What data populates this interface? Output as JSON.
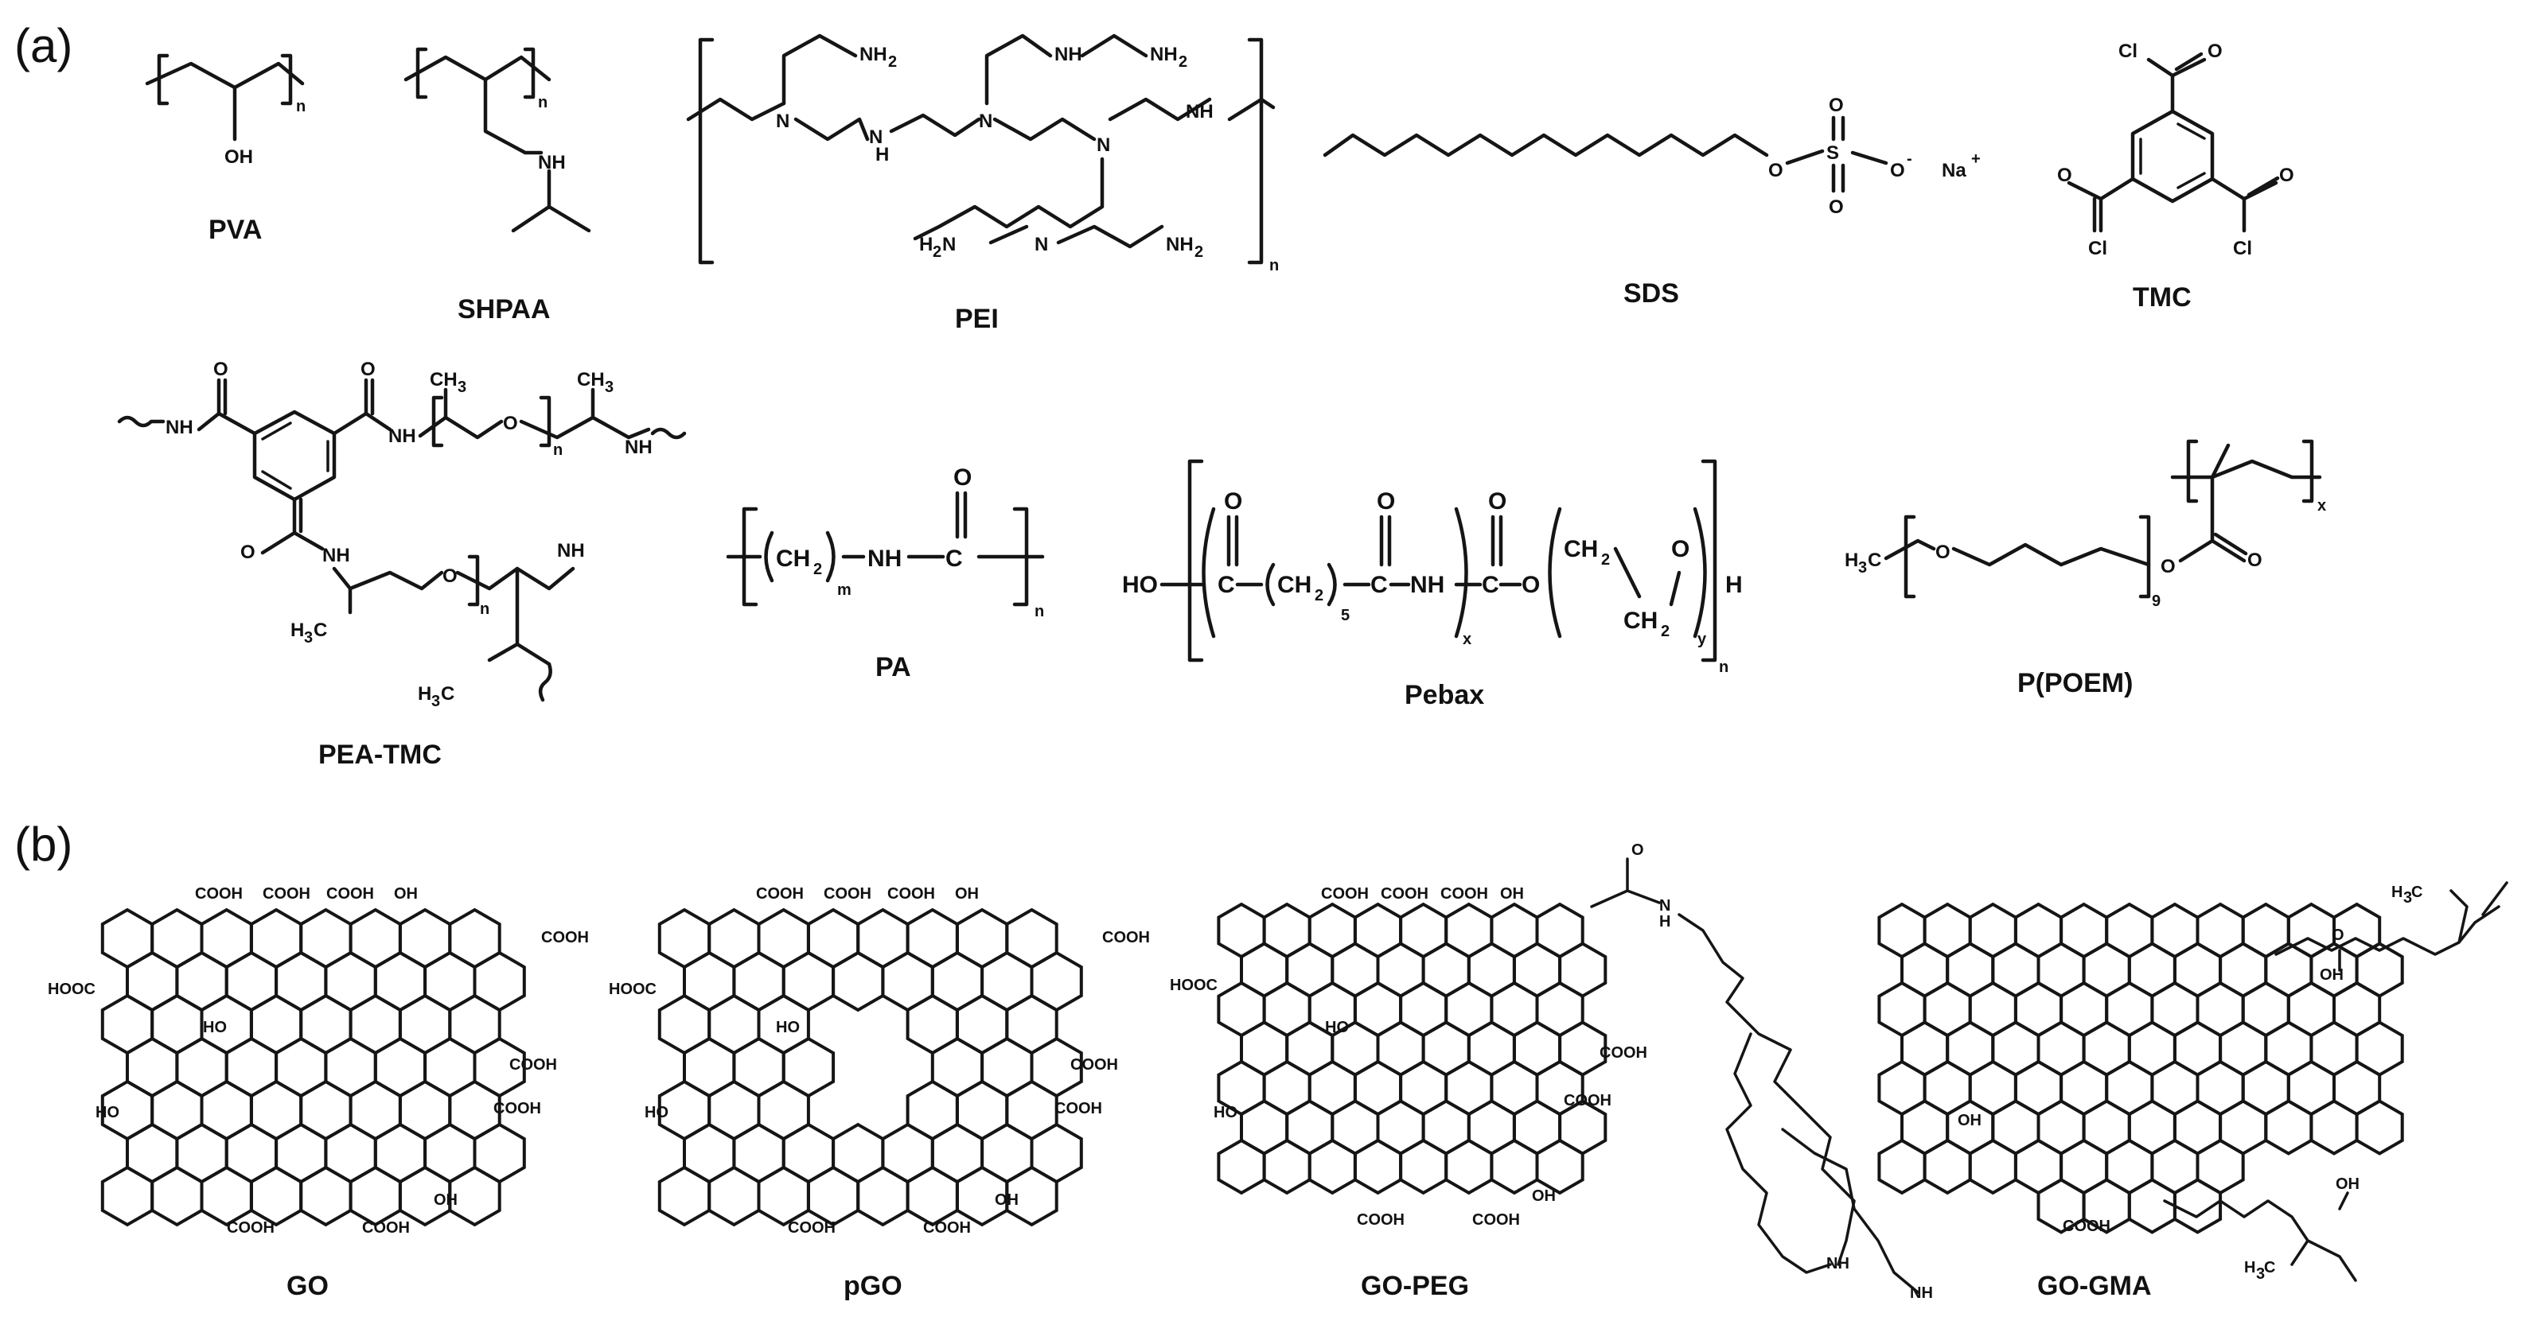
{
  "panels": {
    "a": "(a)",
    "b": "(b)"
  },
  "compounds_a": {
    "pva": "PVA",
    "shpaa": "SHPAA",
    "pei": "PEI",
    "sds": "SDS",
    "tmc": "TMC",
    "pea_tmc": "PEA-TMC",
    "pa": "PA",
    "pebax": "Pebax",
    "ppoem": "P(POEM)"
  },
  "compounds_b": {
    "go": "GO",
    "pgo": "pGO",
    "go_peg": "GO-PEG",
    "go_gma": "GO-GMA"
  },
  "atoms": {
    "oh": "OH",
    "nh": "NH",
    "nh2": "NH",
    "n": "N",
    "h": "H",
    "ho": "HO",
    "o": "O",
    "s": "S",
    "cl": "Cl",
    "na": "Na",
    "plus": "+",
    "minus": "-",
    "ch": "CH",
    "two": "2",
    "cooh": "COOH",
    "hooc": "HOOC",
    "h3c": "H",
    "three": "3",
    "c": "C",
    "sub_n": "n",
    "sub_m": "m",
    "sub_x": "x",
    "sub_y": "y",
    "sub_5": "5",
    "sub_9": "9",
    "o_minus": "O",
    "na_plus": "Na"
  }
}
